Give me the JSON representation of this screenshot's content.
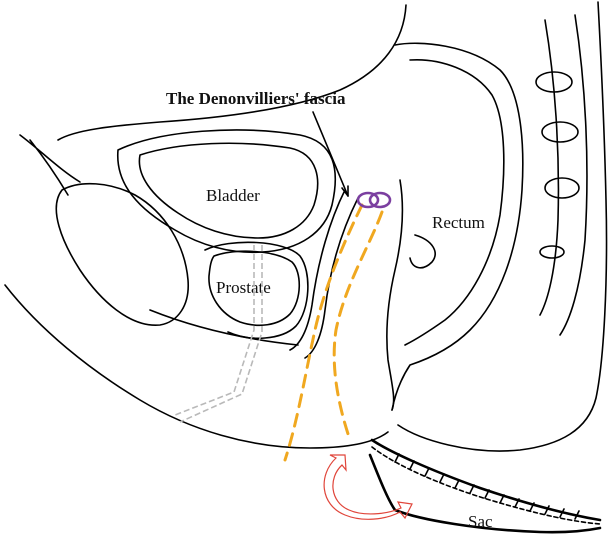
{
  "labels": {
    "fascia": "The Denonvilliers' fascia",
    "bladder": "Bladder",
    "prostate": "Prostate",
    "rectum": "Rectum",
    "sac": "Sac"
  },
  "colors": {
    "outline": "#000000",
    "dissection_plane": "#f0a820",
    "urethra": "#b9b9b9",
    "anastomosis_rings": "#7b3fa0",
    "arrow": "#e0453a",
    "background": "#ffffff"
  },
  "icons": {
    "rings": "interlocked-rings-icon",
    "arrow": "curved-arrow-icon",
    "pointer": "leader-line-icon"
  }
}
